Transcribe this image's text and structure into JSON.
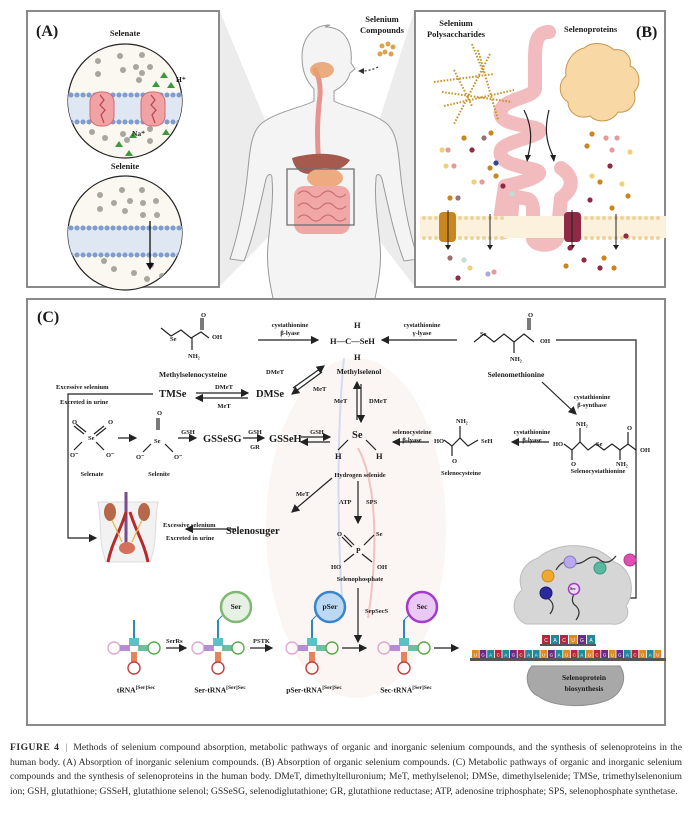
{
  "panel_a": {
    "tag": "(A)",
    "selenate": "Selenate",
    "selenite": "Selenite",
    "h_ion": "H⁺",
    "na_ion": "Na⁺"
  },
  "center": {
    "selenium_compounds_1": "Selenium",
    "selenium_compounds_2": "Compounds"
  },
  "panel_b": {
    "tag": "(B)",
    "polysaccharides_1": "Selenium",
    "polysaccharides_2": "Polysaccharides",
    "selenoproteins": "Selenoproteins"
  },
  "panel_c": {
    "tag": "(C)",
    "compounds": {
      "methylselenocysteine": "Methylselenocysteine",
      "methylselenol": "Methylselenol",
      "selenomethionine": "Selenomethionine",
      "tmse": "TMSe",
      "dmse": "DMSe",
      "selenate": "Selenate",
      "selenite": "Selenite",
      "gssesg": "GSSeSG",
      "gsseh": "GSSeH",
      "hydrogen_selenide": "Hydrogen selenide",
      "selenocysteine": "Selenocysteine",
      "selenocystathionine": "Selenocystathionine",
      "selenosuger": "Selenosuger",
      "selenophosphate": "Selenophosphate"
    },
    "enzymes": {
      "cbl_top_1": "cystathionine",
      "cbl_top_2": "β-lyase",
      "cgl_1": "cystathionine",
      "cgl_2": "γ-lyase",
      "cbs_1": "cystathionine",
      "cbs_2": "β-synthase",
      "cbl_mid_1": "cystathionine",
      "cbl_mid_2": "β-lyase",
      "scl_1": "selenocysteine",
      "scl_2": "β-lyase",
      "dmet": "DMeT",
      "met": "MeT",
      "gsh": "GSH",
      "gr": "GR",
      "atp": "ATP",
      "sps": "SPS",
      "serrs": "SerRs",
      "pstk": "PSTK",
      "sepsecs": "SepSecS"
    },
    "excretion": {
      "excessive": "Excessive selenium",
      "excreted": "Excreted in urine"
    },
    "trna": {
      "trna": "tRNA",
      "ser_trna": "Ser-tRNA",
      "pser_trna": "pSer-tRNA",
      "sec_trna": "Sec-tRNA",
      "superscript": "[Ser]Sec",
      "ser": "Ser",
      "pser": "pSer",
      "sec": "Sec"
    },
    "biosynthesis_1": "Selenoprotein",
    "biosynthesis_2": "biosynthesis",
    "mrna_codons": [
      "U",
      "G",
      "A",
      "C",
      "A",
      "G",
      "C",
      "A",
      "A",
      "U",
      "G",
      "A",
      "U",
      "C",
      "A",
      "U",
      "C",
      "G",
      "U",
      "G",
      "A",
      "C",
      "U",
      "A",
      "U"
    ],
    "anticodons": [
      "C",
      "A",
      "C",
      "U",
      "G",
      "A"
    ],
    "atoms": {
      "se": "Se",
      "h": "H",
      "c": "C",
      "o": "O",
      "oh": "OH",
      "ho": "HO",
      "seh": "SeH",
      "nh2": "NH₂",
      "p": "P",
      "o_minus": "O⁻"
    }
  },
  "caption": {
    "figure_label": "FIGURE 4",
    "separator": "|",
    "text": "Methods of selenium compound absorption, metabolic pathways of organic and inorganic selenium compounds, and the synthesis of selenoproteins in the human body. (A) Absorption of inorganic selenium compounds. (B) Absorption of organic selenium compounds. (C) Metabolic pathways of organic and inorganic selenium compounds and the synthesis of selenoproteins in the human body. DMeT, dimethyltelluronium; MeT, methylselenol; DMSe, dimethylselenide; TMSe, trimethylselenonium ion; GSH, glutathione; GSSeH, glutathione selenol; GSSeSG, selenodiglutathione; GR, glutathione reductase; ATP, adenosine triphosphate; SPS, selenophosphate synthetase."
  },
  "colors": {
    "border": "#8a8a8a",
    "membrane": "#8fa9d0",
    "transporter": "#e7868a",
    "green_ion": "#3c9a3c",
    "gray_particle": "#a7a7a0",
    "gut": "#efb9bd",
    "polysaccharide": "#c8922c",
    "selenoprotein_blob": "#f6d49c",
    "ser_circle": "#7fb873",
    "pser_circle": "#3a85c9",
    "sec_circle": "#a23bc9",
    "ribosome": "#c9c9c9"
  }
}
